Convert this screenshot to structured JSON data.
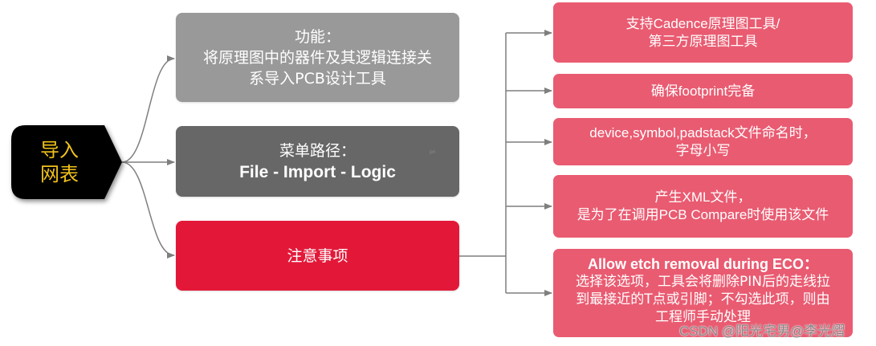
{
  "root": {
    "label": "导入\n网表",
    "colors": {
      "fill": "#000000",
      "text": "#f2c21b"
    }
  },
  "branches": [
    {
      "id": "function",
      "title": "功能：",
      "lines": [
        "将原理图中的器件及其逻辑连接关",
        "系导入PCB设计工具"
      ],
      "color": "#999999"
    },
    {
      "id": "menu-path",
      "title": "菜单路径：",
      "path": "File - Import - Logic",
      "stray_mark": "pn",
      "color": "#676767"
    },
    {
      "id": "notes",
      "title": "注意事项",
      "color": "#e31839"
    }
  ],
  "notes": [
    {
      "lines": [
        "支持Cadence原理图工具/",
        "第三方原理图工具"
      ]
    },
    {
      "lines": [
        "确保footprint完备"
      ]
    },
    {
      "lines": [
        "device,symbol,padstack文件命名时，",
        "字母小写"
      ]
    },
    {
      "lines": [
        "产生XML文件，",
        "是为了在调用PCB Compare时使用该文件"
      ]
    },
    {
      "heading": "Allow etch removal during ECO：",
      "lines": [
        "选择该选项，工具会将删除PIN后的走线拉",
        "到最接近的T点或引脚；不勾选此项，则由",
        "工程师手动处理"
      ]
    }
  ],
  "note_color": "#e95b71",
  "connector_color": "#7f7f7f",
  "watermark": "CSDN @阳光宅男@李光熠"
}
